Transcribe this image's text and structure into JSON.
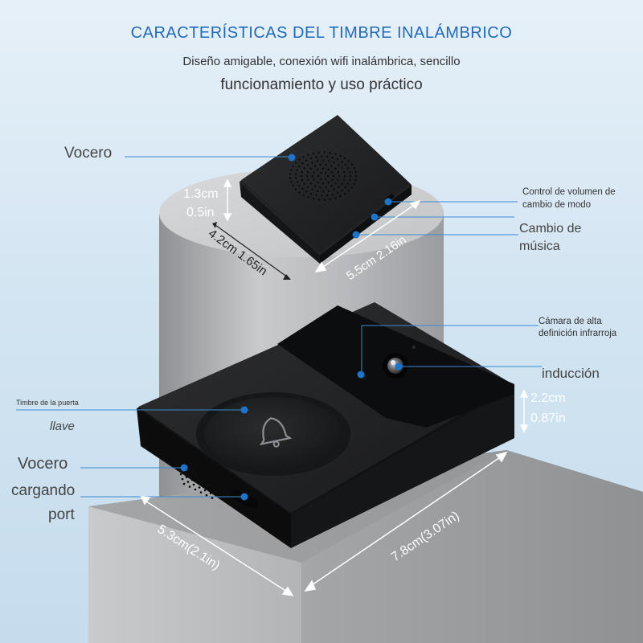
{
  "header": {
    "title": "CARACTERÍSTICAS DEL TIMBRE INALÁMBRICO",
    "subtitle_line1": "Diseño amigable, conexión wifi inalámbrica, sencillo",
    "subtitle_line2": "funcionamiento y uso práctico"
  },
  "receiver": {
    "speaker_label": "Vocero",
    "volume_label_line1": "Control de volumen de",
    "volume_label_line2": "cambio de modo",
    "music_label_line1": "Cambio de",
    "music_label_line2": "música",
    "height_cm": "1.3cm",
    "height_in": "0.5in",
    "depth_dim": "4.2cm 1.65in",
    "width_dim": "5.5cm 2.16in"
  },
  "doorbell": {
    "camera_label_line1": "Cámara de alta",
    "camera_label_line2": "definición infrarroja",
    "induction_label": "inducción",
    "button_label_line1": "Timbre de la puerta",
    "button_label_line2": "llave",
    "speaker_label": "Vocero",
    "charging_label_line1": "cargando",
    "charging_label_line2": "port",
    "height_cm": "2.2cm",
    "height_in": "0.87in",
    "depth_dim": "5.3cm(2.1in)",
    "width_dim": "7.8cm(3.07in)"
  },
  "colors": {
    "accent": "#1f6bb8",
    "marker": "#1e74c9",
    "device": "#1c1c1e"
  }
}
